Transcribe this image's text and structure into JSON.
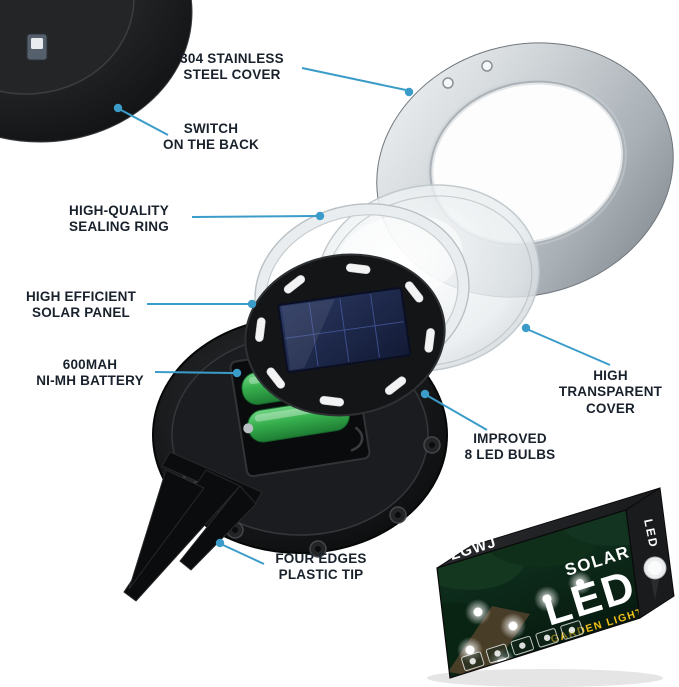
{
  "colors": {
    "accent_leader": "#3b9cc9",
    "label_text": "#19222c",
    "battery_green": "#37b04e",
    "box_yellow": "#f2c21a",
    "steel_silver": "#c7ccd0"
  },
  "labels": {
    "steel_cover": "304 STAINLESS\nSTEEL COVER",
    "switch": "SWITCH\nON THE BACK",
    "sealing_ring": "HIGH-QUALITY\nSEALING RING",
    "solar_panel": "HIGH EFFICIENT\nSOLAR PANEL",
    "battery": "600MAH\nNI-MH BATTERY",
    "transparent_cover": "HIGH\nTRANSPARENT\nCOVER",
    "led_bulbs": "IMPROVED\n8 LED BULBS",
    "plastic_tip": "FOUR EDGES\nPLASTIC TIP"
  },
  "box": {
    "brand": "ZGWJ",
    "solar": "SOLAR",
    "led": "LED",
    "tagline": "GARDEN LIGHTS",
    "side_led": "LED"
  }
}
